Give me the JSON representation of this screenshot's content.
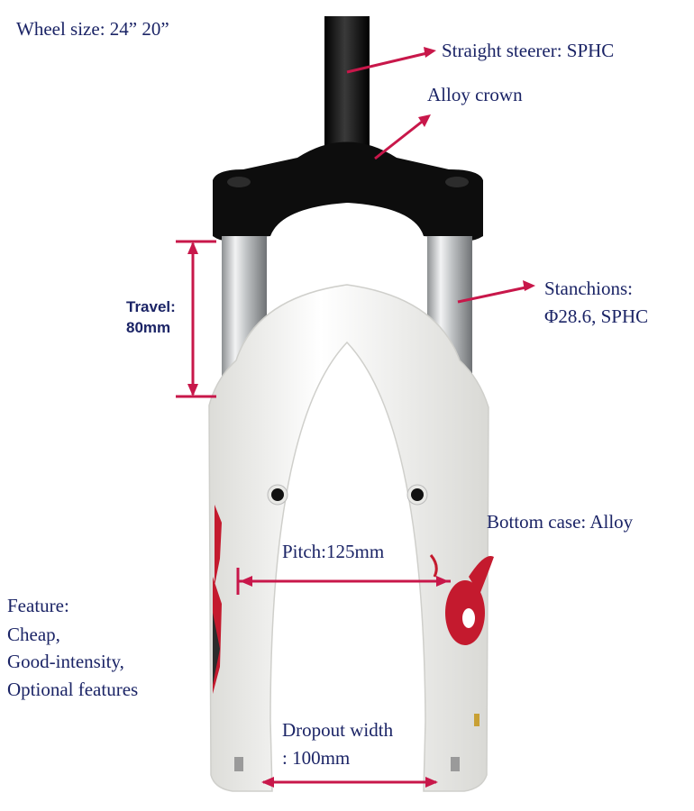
{
  "labels": {
    "wheel_size": "Wheel size: 24” 20”",
    "steerer": "Straight steerer: SPHC",
    "crown": "Alloy crown",
    "travel_line1": "Travel:",
    "travel_line2": "80mm",
    "stanchions_line1": "Stanchions:",
    "stanchions_line2": "Φ28.6, SPHC",
    "bottom_case": "Bottom case: Alloy",
    "pitch": "Pitch:125mm",
    "feature_title": "Feature:",
    "feature_1": " Cheap,",
    "feature_2": "Good-intensity,",
    "feature_3": "Optional features",
    "dropout_line1": "Dropout width",
    "dropout_line2": ": 100mm"
  },
  "colors": {
    "label_text": "#1b2466",
    "arrow": "#c8174a",
    "crown": "#111111",
    "lowers": "#f7f7f4",
    "stanchion": "#c9cbcc",
    "decal": "#c41a2e"
  }
}
